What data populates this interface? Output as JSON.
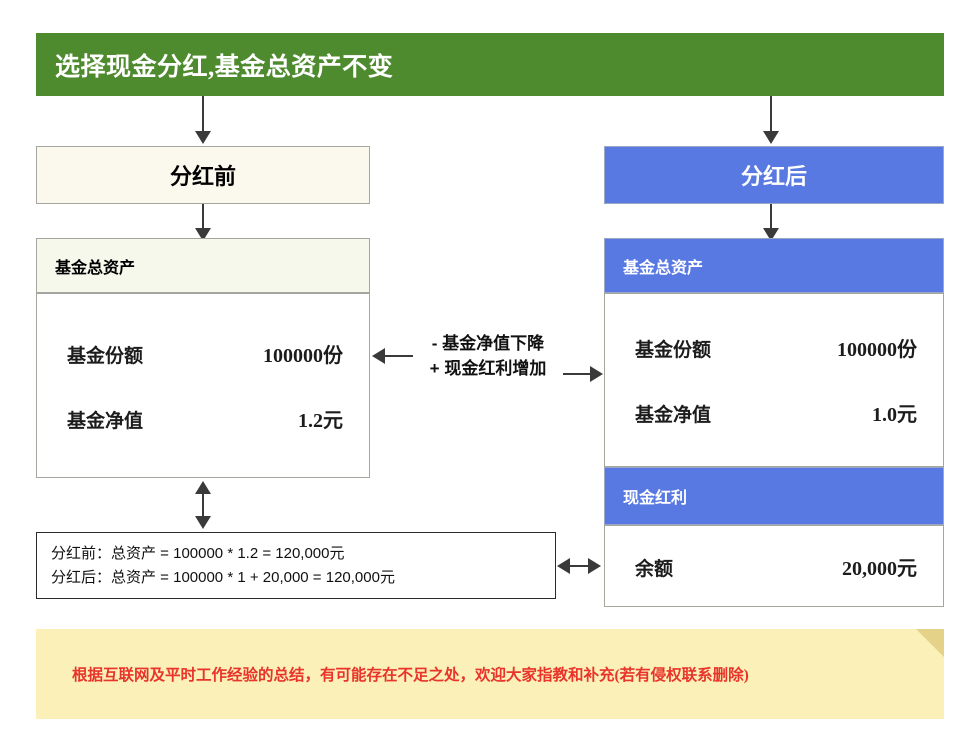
{
  "header": {
    "title": "选择现金分红,基金总资产不变",
    "color": "#4e8a2e"
  },
  "left_column": {
    "title": "分红前",
    "section_label": "基金总资产",
    "rows": [
      {
        "label": "基金份额",
        "value": "100000份"
      },
      {
        "label": "基金净值",
        "value": "1.2元"
      }
    ],
    "color": "#fbf8ee"
  },
  "right_column": {
    "title": "分红后",
    "section_label": "基金总资产",
    "rows": [
      {
        "label": "基金份额",
        "value": "100000份"
      },
      {
        "label": "基金净值",
        "value": "1.0元"
      }
    ],
    "dividend_label": "现金红利",
    "dividend_rows": [
      {
        "label": "余额",
        "value": "20,000元"
      }
    ],
    "color": "#5878e2"
  },
  "middle_note": {
    "line1": "- 基金净值下降",
    "line2": "+ 现金红利增加"
  },
  "calculation": {
    "line1": "分红前：总资产 = 100000 * 1.2 = 120,000元",
    "line2": "分红后：总资产 = 100000 * 1 + 20,000 = 120,000元"
  },
  "footer": {
    "text": "根据互联网及平时工作经验的总结，有可能存在不足之处，欢迎大家指教和补充(若有侵权联系删除)",
    "background": "#fbf0b8",
    "text_color": "#e8342a"
  }
}
